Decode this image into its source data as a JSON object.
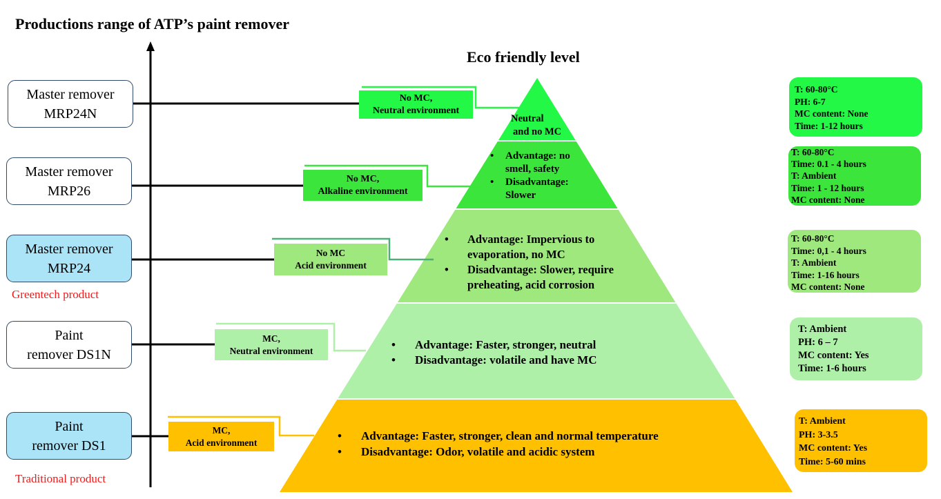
{
  "title": "Productions range of ATP’s paint remover",
  "pyramid_title": "Eco friendly level",
  "colors": {
    "tier1": "#22f845",
    "tier2": "#3be53b",
    "tier3": "#9ee87d",
    "tier4": "#aef0a8",
    "tier5": "#ffc000",
    "product_highlight": "#abe3f7",
    "label_red": "#ee1c1c"
  },
  "products": [
    {
      "line1": "Master remover",
      "line2": "MRP24N",
      "highlight": false,
      "tag": ""
    },
    {
      "line1": "Master remover",
      "line2": "MRP26",
      "highlight": false,
      "tag": ""
    },
    {
      "line1": "Master remover",
      "line2": "MRP24",
      "highlight": true,
      "tag": "Greentech product"
    },
    {
      "line1": "Paint",
      "line2": "remover DS1N",
      "highlight": false,
      "tag": ""
    },
    {
      "line1": "Paint",
      "line2": "remover DS1",
      "highlight": true,
      "tag": "Traditional product"
    }
  ],
  "environments": [
    {
      "line1": "No MC,",
      "line2": "Neutral environment"
    },
    {
      "line1": "No MC,",
      "line2": "Alkaline environment"
    },
    {
      "line1": "No MC",
      "line2": "Acid environment"
    },
    {
      "line1": "MC,",
      "line2": "Neutral environment"
    },
    {
      "line1": "MC,",
      "line2": "Acid environment"
    }
  ],
  "tiers": [
    {
      "lines": [
        "Neutral",
        "and no MC"
      ]
    },
    {
      "bullets": [
        "Advantage: no smell, safety",
        "Disadvantage: Slower"
      ]
    },
    {
      "bullets": [
        "Advantage: Impervious to evaporation, no MC",
        "Disadvantage: Slower, require preheating, acid corrosion"
      ]
    },
    {
      "bullets": [
        "Advantage: Faster, stronger, neutral",
        "Disadvantage: volatile and have MC"
      ]
    },
    {
      "bullets": [
        "Advantage: Faster, stronger, clean and normal temperature",
        "Disadvantage: Odor, volatile and acidic system"
      ]
    }
  ],
  "specs": [
    {
      "lines": [
        "T: 60-80°C",
        "PH: 6-7",
        "MC content: None",
        "Time: 1-12 hours"
      ]
    },
    {
      "lines": [
        "T: 60-80°C",
        "Time: 0.1 -  4 hours",
        "T: Ambient",
        "Time: 1 - 12 hours",
        "MC content: None"
      ]
    },
    {
      "lines": [
        "T: 60-80°C",
        "Time: 0,1 - 4 hours",
        "T: Ambient",
        "Time: 1-16 hours",
        "MC content: None"
      ]
    },
    {
      "lines": [
        "T: Ambient",
        "PH: 6 – 7",
        "MC content: Yes",
        "Time: 1-6 hours"
      ]
    },
    {
      "lines": [
        "T: Ambient",
        "PH: 3-3.5",
        "MC content: Yes",
        "Time: 5-60 mins"
      ]
    }
  ]
}
